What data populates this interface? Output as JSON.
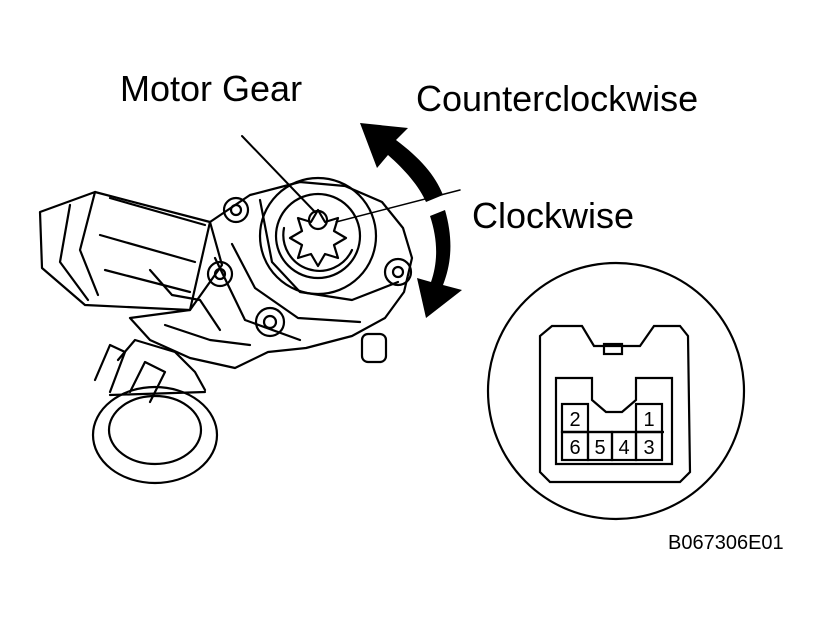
{
  "labels": {
    "motor_gear": "Motor Gear",
    "counterclockwise": "Counterclockwise",
    "clockwise": "Clockwise",
    "figure_code": "B067306E01"
  },
  "connector": {
    "pins_top": [
      "2",
      "1"
    ],
    "pins_bottom": [
      "6",
      "5",
      "4",
      "3"
    ]
  },
  "colors": {
    "ink": "#000000",
    "background": "#ffffff"
  }
}
